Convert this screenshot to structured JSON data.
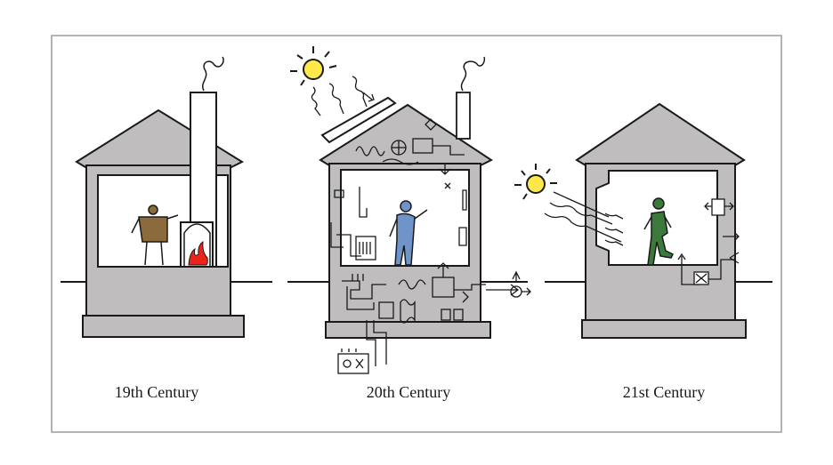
{
  "captions": {
    "c19": "19th Century",
    "c20": "20th Century",
    "c21": "21st Century"
  },
  "colors": {
    "house_fill": "#bfbdbe",
    "interior": "#ffffff",
    "outline": "#1a1a1a",
    "sun": "#ffe94a",
    "fire": "#e8241b",
    "person_brown": "#8b6a3c",
    "person_blue": "#6f94c9",
    "person_green": "#3b7a3a",
    "frame_border": "#9a9a9a"
  }
}
